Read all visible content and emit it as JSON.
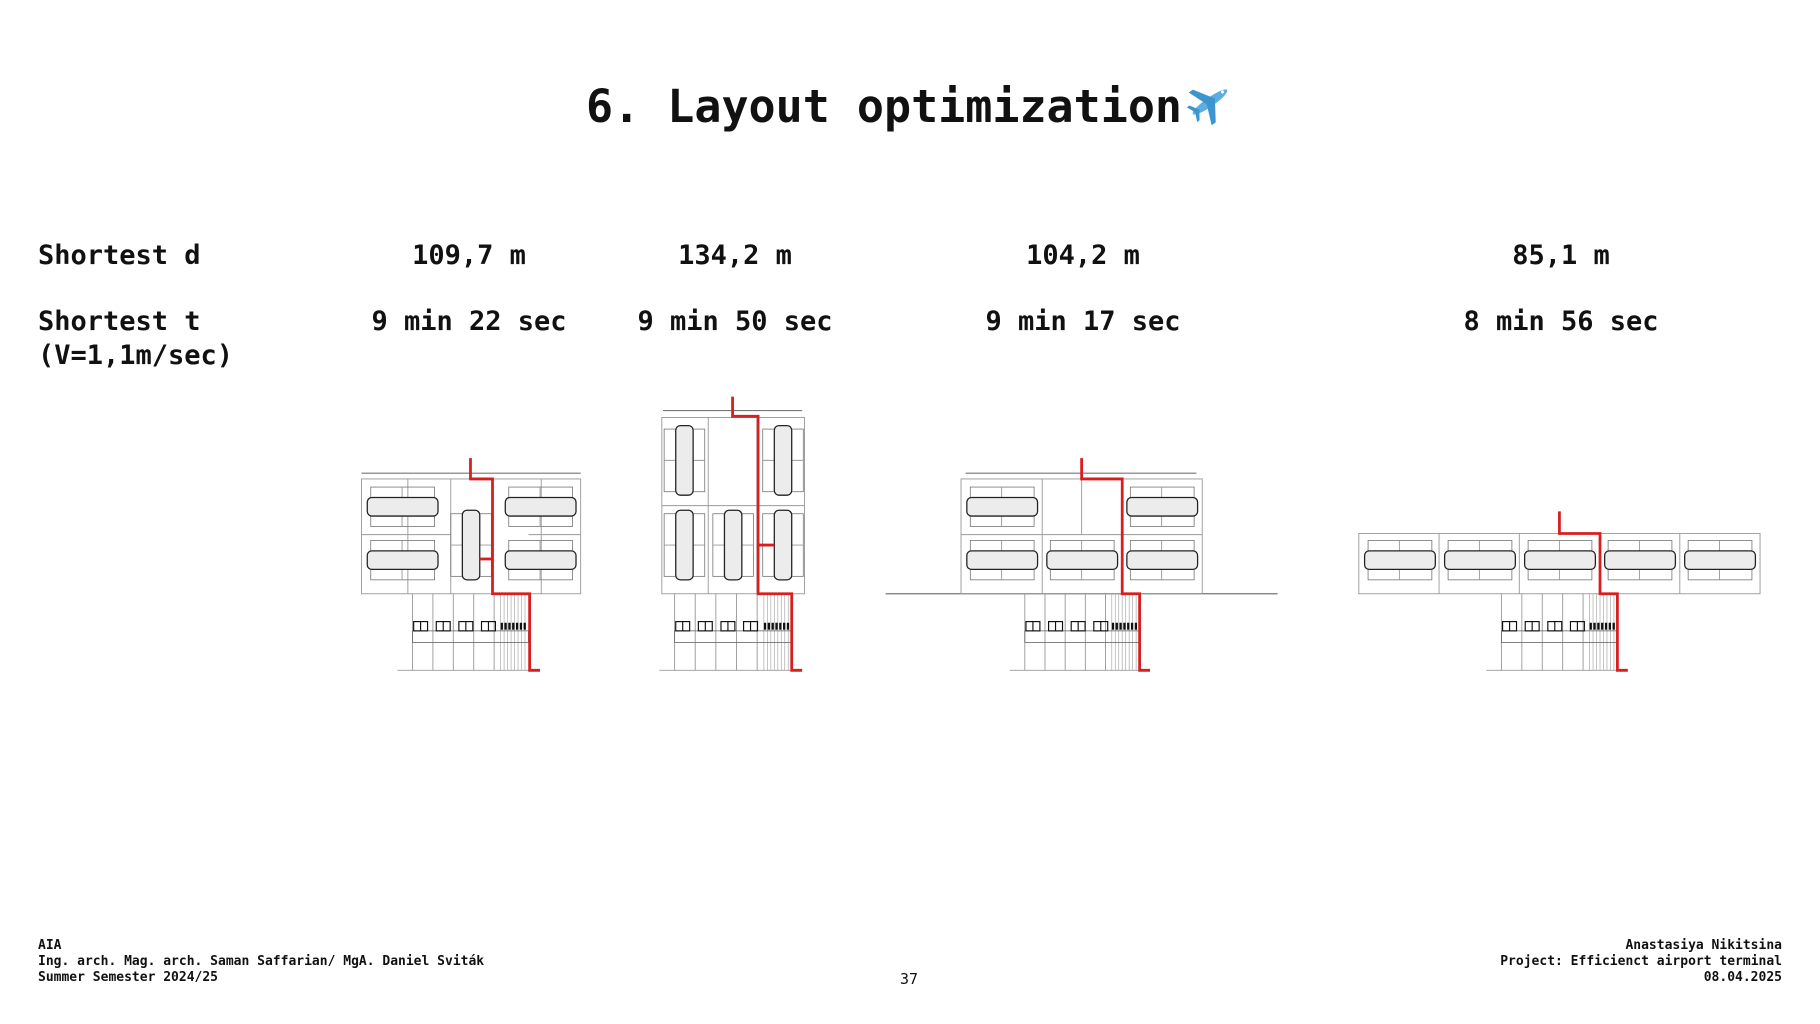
{
  "title": "6. Layout optimization",
  "title_icon": "airplane-icon",
  "rows": {
    "distance_label": "Shortest d",
    "time_label": "Shortest t",
    "time_sub_label": "(V=1,1m/sec)"
  },
  "layouts": [
    {
      "distance": "109,7 m",
      "time": "9 min 22 sec"
    },
    {
      "distance": "134,2 m",
      "time": "9 min 50 sec"
    },
    {
      "distance": "104,2 m",
      "time": "9 min 17 sec"
    },
    {
      "distance": "85,1 m",
      "time": "8 min 56 sec"
    }
  ],
  "footer": {
    "left": [
      "AIA",
      "Ing. arch. Mag. arch. Saman Saffarian/ MgA. Daniel Sviták",
      "Summer Semester 2024/25"
    ],
    "right": [
      "Anastasiya Nikitsina",
      "Project: Efficienct airport terminal",
      "08.04.2025"
    ],
    "page": "37"
  },
  "colors": {
    "path": "#d81e1e",
    "grid": "#9a9a9a",
    "gate_fill": "#ececec"
  }
}
